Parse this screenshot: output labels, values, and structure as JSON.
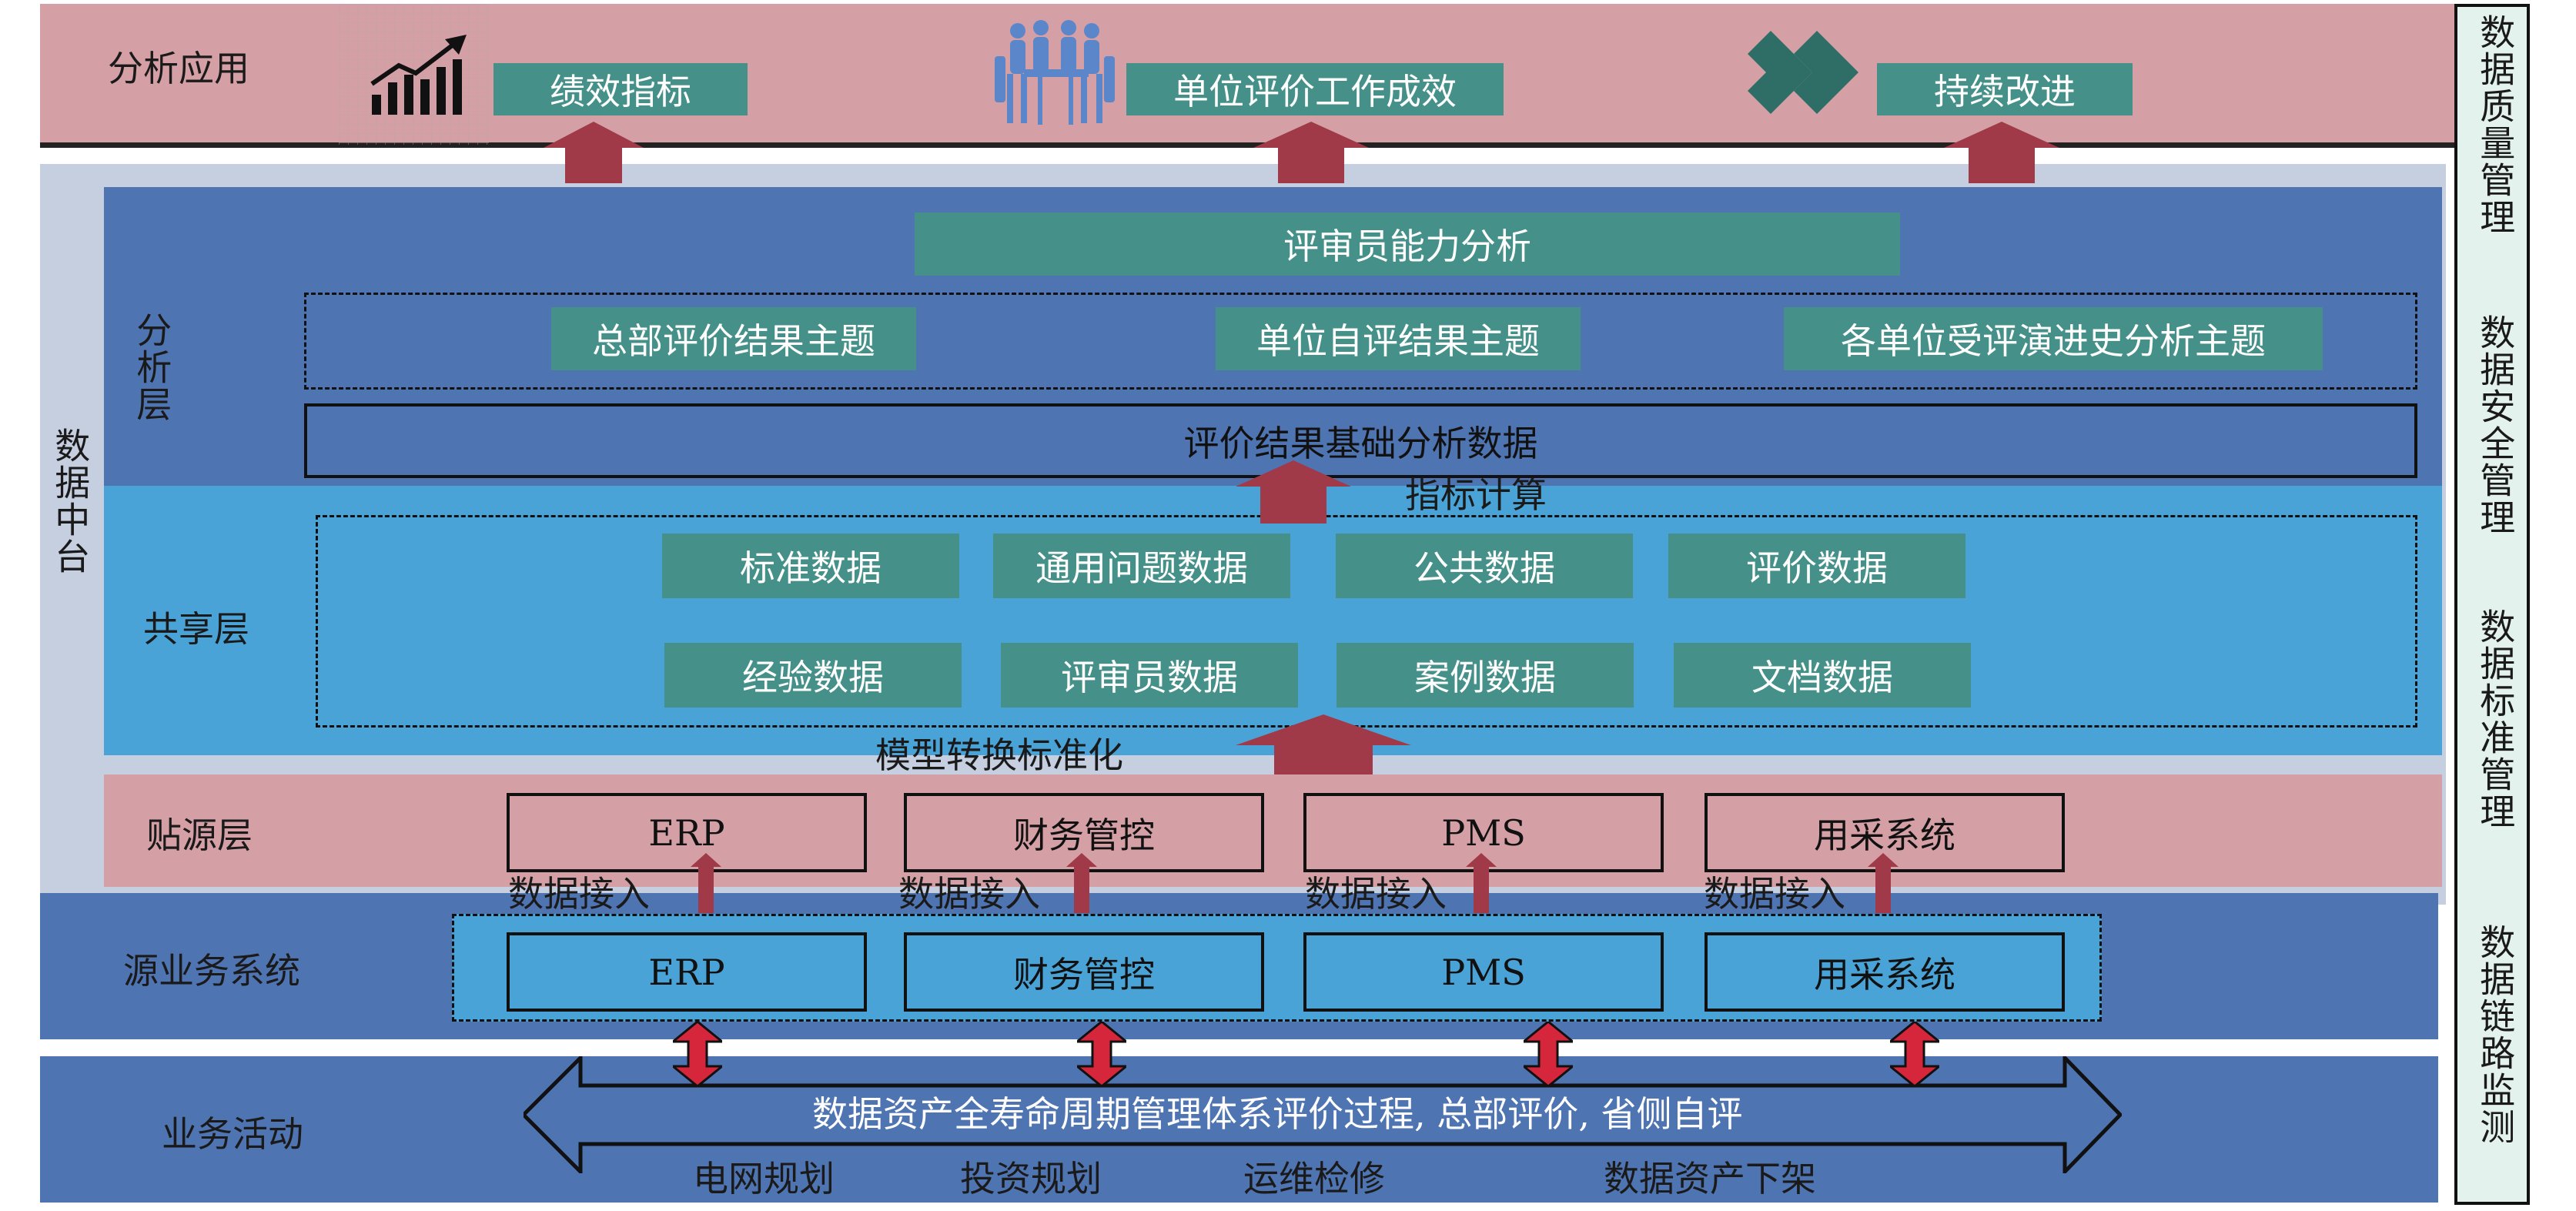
{
  "analysis_app": {
    "label": "分析应用",
    "items": [
      "绩效指标",
      "单位评价工作成效",
      "持续改进"
    ]
  },
  "data_middle_platform": {
    "label": "数据中台"
  },
  "analysis_layer": {
    "label": "分析层",
    "top_item": "评审员能力分析",
    "themes": [
      "总部评价结果主题",
      "单位自评结果主题",
      "各单位受评演进史分析主题"
    ],
    "base": "评价结果基础分析数据"
  },
  "indicator_calc": "指标计算",
  "shared_layer": {
    "label": "共享层",
    "row1": [
      "标准数据",
      "通用问题数据",
      "公共数据",
      "评价数据"
    ],
    "row2": [
      "经验数据",
      "评审员数据",
      "案例数据",
      "文档数据"
    ]
  },
  "model_transform": "模型转换标准化",
  "source_layer": {
    "label": "贴源层",
    "systems": [
      "ERP",
      "财务管控",
      "PMS",
      "用采系统"
    ]
  },
  "data_access": [
    "数据接入",
    "数据接入",
    "数据接入",
    "数据接入"
  ],
  "source_business": {
    "label": "源业务系统",
    "systems": [
      "ERP",
      "财务管控",
      "PMS",
      "用采系统"
    ]
  },
  "business_activity": {
    "label": "业务活动",
    "process": "数据资产全寿命周期管理体系评价过程, 总部评价, 省侧自评",
    "stages": [
      "电网规划",
      "投资规划",
      "运维检修",
      "数据资产下架"
    ]
  },
  "governance": {
    "items": [
      "数据质量管理",
      "数据安全管理",
      "数据标准管理",
      "数据链路监测"
    ]
  },
  "colors": {
    "pink": "#d4a0a6",
    "grey_blue": "#c5cfe0",
    "analysis_blue": "#4f74b2",
    "shared_blue": "#4aa3d6",
    "teal": "#45918a",
    "arrow_red": "#a03a49",
    "governance_bg": "#e4f2ee"
  },
  "icons": [
    "bar-chart-trend-icon",
    "meeting-people-icon",
    "chevron-arrow-icon"
  ]
}
